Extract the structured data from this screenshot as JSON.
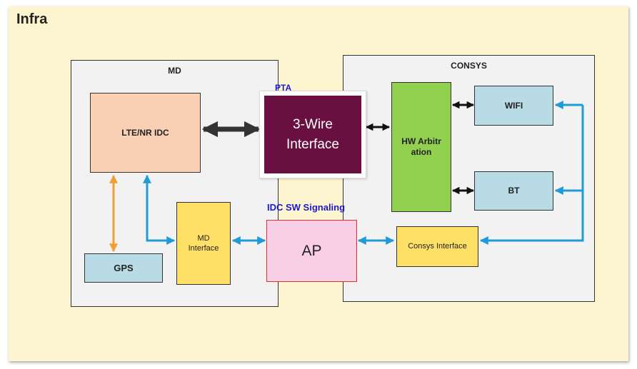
{
  "title": "Infra",
  "regions": {
    "md": "MD",
    "consys": "CONSYS"
  },
  "blocks": {
    "lte_nr_idc": "LTE/NR IDC",
    "three_wire": "3-Wire Interface",
    "hw_arbitration": "HW Arbitration",
    "wifi": "WIFI",
    "bt": "BT",
    "gps": "GPS",
    "md_interface": "MD Interface",
    "ap": "AP",
    "consys_interface": "Consys Interface"
  },
  "labels": {
    "pta": "PTA",
    "idc_sw_signaling": "IDC SW Signaling"
  },
  "colors": {
    "background": "#fdf5cf",
    "region": "#f2f2f2",
    "lte": "#fad0b4",
    "three_wire": "#6a1040",
    "hw_arbitration": "#92d050",
    "radio_blocks": "#b8dbe6",
    "interface": "#ffe066",
    "ap": "#f8cfe4",
    "ap_border": "#e03030",
    "sw_link": "#1f9bd7",
    "gps_link": "#f0a030",
    "hw_link": "#333333",
    "label_blue": "#1a1acc"
  }
}
